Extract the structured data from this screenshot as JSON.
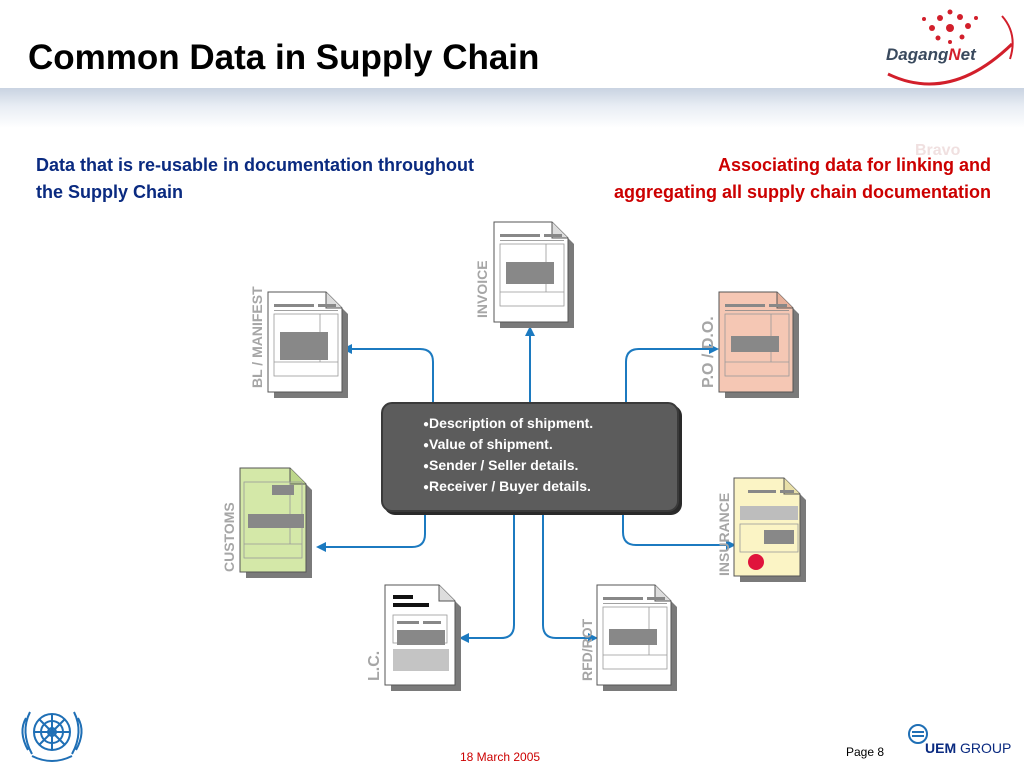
{
  "header": {
    "title": "Common Data in Supply Chain",
    "logo_text_a": "Dagang",
    "logo_text_b": "N",
    "logo_text_c": "et",
    "ghost_text": "Bravo"
  },
  "left_caption": "Data that is re-usable in documentation throughout the Supply Chain",
  "right_caption": "Associating data for linking and aggregating all supply chain documentation",
  "center": {
    "items": [
      "Description of shipment.",
      "Value of shipment.",
      "Sender / Seller details.",
      "Receiver / Buyer details."
    ]
  },
  "documents": {
    "invoice": {
      "label": "INVOICE",
      "color": "#ffffff"
    },
    "bl_manifest": {
      "label": "BL / MANIFEST",
      "color": "#ffffff"
    },
    "po_do": {
      "label": "P.O / D.O.",
      "color": "#f5c7b4"
    },
    "customs": {
      "label": "CUSTOMS",
      "color": "#d4e8a8"
    },
    "insurance": {
      "label": "INSURANCE",
      "color": "#fbf4c5"
    },
    "lc": {
      "label": "L.C.",
      "color": "#ffffff"
    },
    "rfd_rot": {
      "label": "RFD/ROT",
      "color": "#ffffff"
    }
  },
  "colors": {
    "arrow": "#1c7ac0",
    "title": "#000000",
    "left_caption": "#0a2a80",
    "right_caption": "#cc0000"
  },
  "footer": {
    "date": "18 March 2005",
    "page": "Page 8",
    "uem_a": "UEM",
    "uem_b": " GROUP"
  }
}
